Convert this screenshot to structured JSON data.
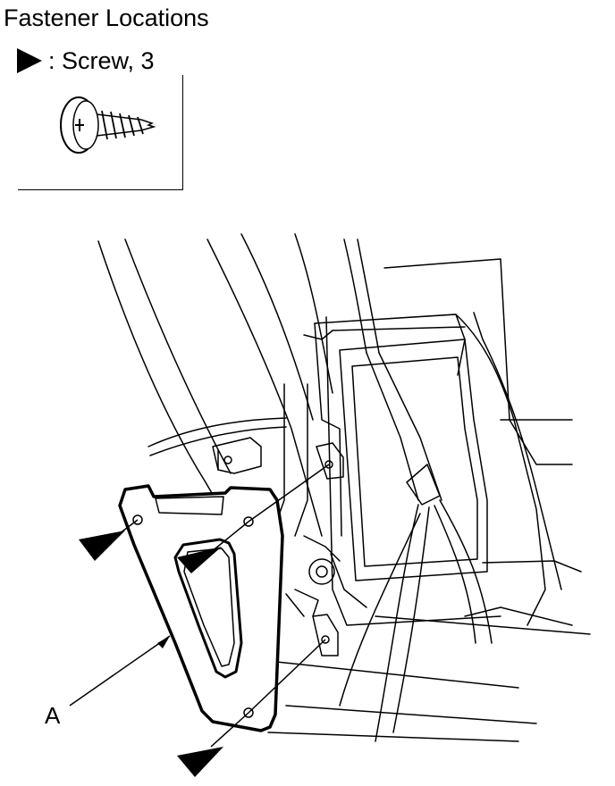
{
  "header": {
    "title": "Fastener Locations"
  },
  "legend": {
    "marker_icon": "filled-triangle-pointer-icon",
    "text": ": Screw, 3"
  },
  "screw_icon": "phillips-pan-head-screw-icon",
  "callouts": {
    "a": "A"
  },
  "colors": {
    "line": "#000000",
    "background": "#ffffff"
  }
}
